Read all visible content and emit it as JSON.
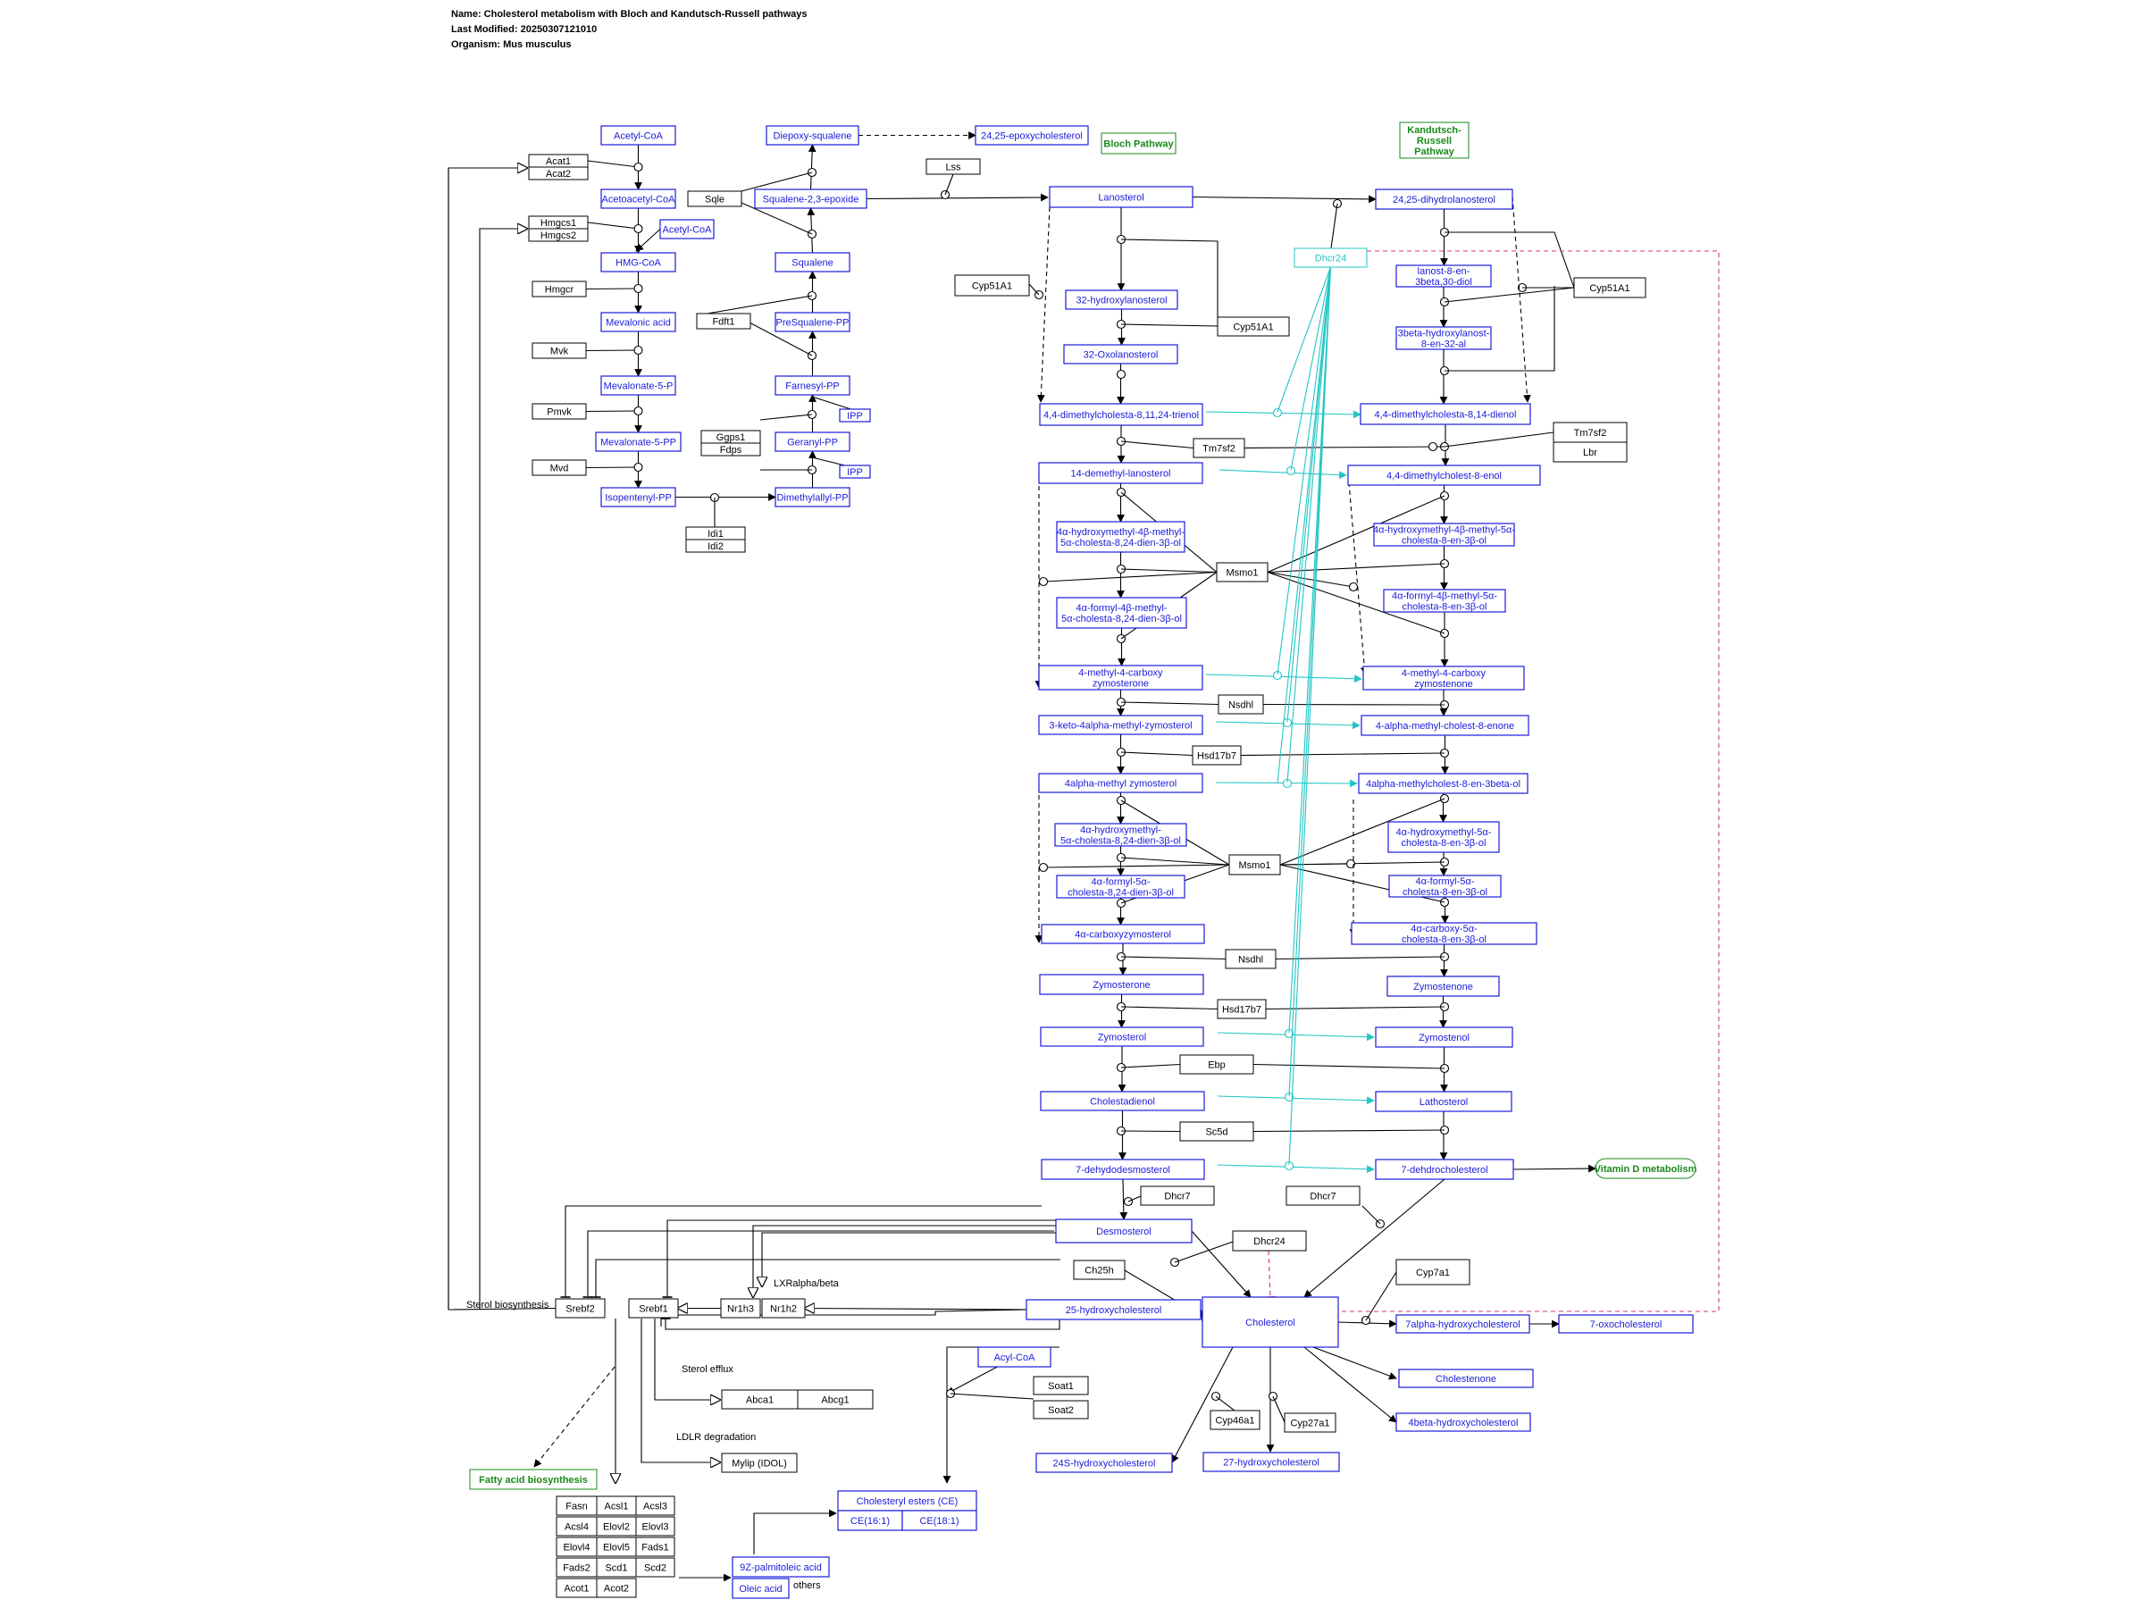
{
  "info": {
    "name_line": "Name: Cholesterol metabolism with Bloch and Kandutsch-Russell pathways",
    "modified_line": "Last Modified: 20250307121010",
    "organism_line": "Organism: Mus musculus"
  },
  "colors": {
    "metabolite": "#1a1adb",
    "gene": "#000000",
    "pathway": "#1a8a1a",
    "dhcr24": "#22c5c5",
    "inhibit": "#e0307c"
  },
  "nodes": [
    {
      "id": "acetylcoa",
      "label": "Acetyl-CoA",
      "type": "metabolite"
    },
    {
      "id": "acetoacetylcoa",
      "label": "Acetoacetyl-CoA",
      "type": "metabolite"
    },
    {
      "id": "acetylcoa2",
      "label": "Acetyl-CoA",
      "type": "metabolite"
    },
    {
      "id": "hmgcoa",
      "label": "HMG-CoA",
      "type": "metabolite"
    },
    {
      "id": "mevalonic",
      "label": "Mevalonic acid",
      "type": "metabolite"
    },
    {
      "id": "mev5p",
      "label": "Mevalonate-5-P",
      "type": "metabolite"
    },
    {
      "id": "mev5pp",
      "label": "Mevalonate-5-PP",
      "type": "metabolite"
    },
    {
      "id": "ipp",
      "label": "Isopentenyl-PP",
      "type": "metabolite"
    },
    {
      "id": "acat1",
      "label": "Acat1",
      "type": "gene"
    },
    {
      "id": "acat2",
      "label": "Acat2",
      "type": "gene"
    },
    {
      "id": "hmgcs1",
      "label": "Hmgcs1",
      "type": "gene"
    },
    {
      "id": "hmgcs2",
      "label": "Hmgcs2",
      "type": "gene"
    },
    {
      "id": "hmgcr",
      "label": "Hmgcr",
      "type": "gene"
    },
    {
      "id": "mvk",
      "label": "Mvk",
      "type": "gene"
    },
    {
      "id": "pmvk",
      "label": "Pmvk",
      "type": "gene"
    },
    {
      "id": "mvd",
      "label": "Mvd",
      "type": "gene"
    },
    {
      "id": "idi1",
      "label": "Idi1",
      "type": "gene"
    },
    {
      "id": "idi2",
      "label": "Idi2",
      "type": "gene"
    },
    {
      "id": "diepoxy",
      "label": "Diepoxy-squalene",
      "type": "metabolite"
    },
    {
      "id": "epoxychol",
      "label": "24,25-epoxycholesterol",
      "type": "metabolite"
    },
    {
      "id": "sqepox",
      "label": "Squalene-2,3-epoxide",
      "type": "metabolite"
    },
    {
      "id": "squalene",
      "label": "Squalene",
      "type": "metabolite"
    },
    {
      "id": "presq",
      "label": "PreSqualene-PP",
      "type": "metabolite"
    },
    {
      "id": "fpp",
      "label": "Farnesyl-PP",
      "type": "metabolite"
    },
    {
      "id": "gpp",
      "label": "Geranyl-PP",
      "type": "metabolite"
    },
    {
      "id": "dmapp",
      "label": "Dimethylallyl-PP",
      "type": "metabolite"
    },
    {
      "id": "ipp1",
      "label": "IPP",
      "type": "metabolite"
    },
    {
      "id": "ipp2",
      "label": "IPP",
      "type": "metabolite"
    },
    {
      "id": "sqle",
      "label": "Sqle",
      "type": "gene"
    },
    {
      "id": "fdft1",
      "label": "Fdft1",
      "type": "gene"
    },
    {
      "id": "ggps1",
      "label": "Ggps1",
      "type": "gene"
    },
    {
      "id": "fdps",
      "label": "Fdps",
      "type": "gene"
    },
    {
      "id": "lss",
      "label": "Lss",
      "type": "gene"
    },
    {
      "id": "bloch",
      "label": "Bloch Pathway",
      "type": "pathway"
    },
    {
      "id": "kandutsch",
      "label": "Kandutsch-\nRussell\nPathway",
      "type": "pathway"
    },
    {
      "id": "lanosterol",
      "label": "Lanosterol",
      "type": "metabolite"
    },
    {
      "id": "dihydrolan",
      "label": "24,25-dihydrolanosterol",
      "type": "metabolite"
    },
    {
      "id": "dhcr24top",
      "label": "Dhcr24",
      "type": "dhcr"
    },
    {
      "id": "cyp51a1a",
      "label": "Cyp51A1",
      "type": "gene"
    },
    {
      "id": "cyp51a1b",
      "label": "Cyp51A1",
      "type": "gene"
    },
    {
      "id": "cyp51a1c",
      "label": "Cyp51A1",
      "type": "gene"
    },
    {
      "id": "hydroxylan",
      "label": "32-hydroxylanosterol",
      "type": "metabolite"
    },
    {
      "id": "oxolan",
      "label": "32-Oxolanosterol",
      "type": "metabolite"
    },
    {
      "id": "lanostdiol",
      "label": "lanost-8-en-\n3beta,30-diol",
      "type": "metabolite"
    },
    {
      "id": "lanostal",
      "label": "3beta-hydroxylanost-\n8-en-32-al",
      "type": "metabolite"
    },
    {
      "id": "dmc_trienol",
      "label": "4,4-dimethylcholesta-8,11,24-trienol",
      "type": "metabolite"
    },
    {
      "id": "dmc_dienol",
      "label": "4,4-dimethylcholesta-8,14-dienol",
      "type": "metabolite"
    },
    {
      "id": "tm7sf2",
      "label": "Tm7sf2",
      "type": "gene"
    },
    {
      "id": "tm7sf2b",
      "label": "Tm7sf2",
      "type": "gene"
    },
    {
      "id": "lbr",
      "label": "Lbr",
      "type": "gene"
    },
    {
      "id": "demethyllan",
      "label": "14-demethyl-lanosterol",
      "type": "metabolite"
    },
    {
      "id": "dmc_enol",
      "label": "4,4-dimethylcholest-8-enol",
      "type": "metabolite"
    },
    {
      "id": "b_hm",
      "label": "4α-hydroxymethyl-4β-methyl-\n5α-cholesta-8,24-dien-3β-ol",
      "type": "metabolite"
    },
    {
      "id": "k_hm",
      "label": "4α-hydroxymethyl-4β-methyl-5α-\ncholesta-8-en-3β-ol",
      "type": "metabolite"
    },
    {
      "id": "msmo1a",
      "label": "Msmo1",
      "type": "gene"
    },
    {
      "id": "b_f",
      "label": "4α-formyl-4β-methyl-\n5α-cholesta-8,24-dien-3β-ol",
      "type": "metabolite"
    },
    {
      "id": "k_f",
      "label": "4α-formyl-4β-methyl-5α-\ncholesta-8-en-3β-ol",
      "type": "metabolite"
    },
    {
      "id": "b_mcz",
      "label": "4-methyl-4-carboxy\nzymosterone",
      "type": "metabolite"
    },
    {
      "id": "k_mcz",
      "label": "4-methyl-4-carboxy\nzymostenone",
      "type": "metabolite"
    },
    {
      "id": "nsdhl1",
      "label": "Nsdhl",
      "type": "gene"
    },
    {
      "id": "b_keto",
      "label": "3-keto-4alpha-methyl-zymosterol",
      "type": "metabolite"
    },
    {
      "id": "k_enone",
      "label": "4-alpha-methyl-cholest-8-enone",
      "type": "metabolite"
    },
    {
      "id": "hsd17b7a",
      "label": "Hsd17b7",
      "type": "gene"
    },
    {
      "id": "b_amz",
      "label": "4alpha-methyl zymosterol",
      "type": "metabolite"
    },
    {
      "id": "k_amc",
      "label": "4alpha-methylcholest-8-en-3beta-ol",
      "type": "metabolite"
    },
    {
      "id": "b_hm2",
      "label": "4α-hydroxymethyl-\n5α-cholesta-8,24-dien-3β-ol",
      "type": "metabolite"
    },
    {
      "id": "k_hm2",
      "label": "4α-hydroxymethyl-5α-\ncholesta-8-en-3β-ol",
      "type": "metabolite"
    },
    {
      "id": "msmo1b",
      "label": "Msmo1",
      "type": "gene"
    },
    {
      "id": "b_f2",
      "label": "4α-formyl-5α-\ncholesta-8,24-dien-3β-ol",
      "type": "metabolite"
    },
    {
      "id": "k_f2",
      "label": "4α-formyl-5α-\ncholesta-8-en-3β-ol",
      "type": "metabolite"
    },
    {
      "id": "b_cz",
      "label": "4α-carboxyzymosterol",
      "type": "metabolite"
    },
    {
      "id": "k_c",
      "label": "4α-carboxy-5α-\ncholesta-8-en-3β-ol",
      "type": "metabolite"
    },
    {
      "id": "nsdhl2",
      "label": "Nsdhl",
      "type": "gene"
    },
    {
      "id": "zymosterone",
      "label": "Zymosterone",
      "type": "metabolite"
    },
    {
      "id": "zymostenone",
      "label": "Zymostenone",
      "type": "metabolite"
    },
    {
      "id": "hsd17b7b",
      "label": "Hsd17b7",
      "type": "gene"
    },
    {
      "id": "zymosterol",
      "label": "Zymosterol",
      "type": "metabolite"
    },
    {
      "id": "zymostenol",
      "label": "Zymostenol",
      "type": "metabolite"
    },
    {
      "id": "ebp",
      "label": "Ebp",
      "type": "gene"
    },
    {
      "id": "cholestadienol",
      "label": "Cholestadienol",
      "type": "metabolite"
    },
    {
      "id": "lathosterol",
      "label": "Lathosterol",
      "type": "metabolite"
    },
    {
      "id": "sc5d",
      "label": "Sc5d",
      "type": "gene"
    },
    {
      "id": "dehydrodesmo",
      "label": "7-dehydodesmosterol",
      "type": "metabolite"
    },
    {
      "id": "dehydrochol",
      "label": "7-dehdrocholesterol",
      "type": "metabolite"
    },
    {
      "id": "vitd",
      "label": "Vitamin D metabolism",
      "type": "pathway"
    },
    {
      "id": "dhcr7a",
      "label": "Dhcr7",
      "type": "gene"
    },
    {
      "id": "dhcr7b",
      "label": "Dhcr7",
      "type": "gene"
    },
    {
      "id": "desmosterol",
      "label": "Desmosterol",
      "type": "metabolite"
    },
    {
      "id": "dhcr24b",
      "label": "Dhcr24",
      "type": "gene"
    },
    {
      "id": "cholesterol",
      "label": "Cholesterol",
      "type": "metabolite"
    },
    {
      "id": "ch25h",
      "label": "Ch25h",
      "type": "gene"
    },
    {
      "id": "hc25",
      "label": "25-hydroxycholesterol",
      "type": "metabolite"
    },
    {
      "id": "cyp7a1",
      "label": "Cyp7a1",
      "type": "gene"
    },
    {
      "id": "hc7a",
      "label": "7alpha-hydroxycholesterol",
      "type": "metabolite"
    },
    {
      "id": "oxochol",
      "label": "7-oxocholesterol",
      "type": "metabolite"
    },
    {
      "id": "cholestenone",
      "label": "Cholestenone",
      "type": "metabolite"
    },
    {
      "id": "hc4b",
      "label": "4beta-hydroxycholesterol",
      "type": "metabolite"
    },
    {
      "id": "cyp46a1",
      "label": "Cyp46a1",
      "type": "gene"
    },
    {
      "id": "cyp27a1",
      "label": "Cyp27a1",
      "type": "gene"
    },
    {
      "id": "hc24s",
      "label": "24S-hydroxycholesterol",
      "type": "metabolite"
    },
    {
      "id": "hc27",
      "label": "27-hydroxycholesterol",
      "type": "metabolite"
    },
    {
      "id": "srebf2",
      "label": "Srebf2",
      "type": "gene"
    },
    {
      "id": "srebf1",
      "label": "Srebf1",
      "type": "gene"
    },
    {
      "id": "nr1h3",
      "label": "Nr1h3",
      "type": "gene"
    },
    {
      "id": "nr1h2",
      "label": "Nr1h2",
      "type": "gene"
    },
    {
      "id": "acylcoa",
      "label": "Acyl-CoA",
      "type": "metabolite"
    },
    {
      "id": "soat1",
      "label": "Soat1",
      "type": "gene"
    },
    {
      "id": "soat2",
      "label": "Soat2",
      "type": "gene"
    },
    {
      "id": "abca1",
      "label": "Abca1",
      "type": "gene"
    },
    {
      "id": "abcg1",
      "label": "Abcg1",
      "type": "gene"
    },
    {
      "id": "mylip",
      "label": "Mylip (IDOL)",
      "type": "gene"
    },
    {
      "id": "fattyacid",
      "label": "Fatty acid biosynthesis",
      "type": "pathway"
    },
    {
      "id": "ce",
      "label": "Cholesteryl esters (CE)",
      "type": "metabolite"
    },
    {
      "id": "ce161",
      "label": "CE(16:1)",
      "type": "metabolite"
    },
    {
      "id": "ce181",
      "label": "CE(18:1)",
      "type": "metabolite"
    },
    {
      "id": "palmitoleic",
      "label": "9Z-palmitoleic acid",
      "type": "metabolite"
    },
    {
      "id": "oleic",
      "label": "Oleic acid",
      "type": "metabolite"
    },
    {
      "id": "fasn",
      "label": "Fasn",
      "type": "gene"
    },
    {
      "id": "acsl1",
      "label": "Acsl1",
      "type": "gene"
    },
    {
      "id": "acsl3",
      "label": "Acsl3",
      "type": "gene"
    },
    {
      "id": "acsl4",
      "label": "Acsl4",
      "type": "gene"
    },
    {
      "id": "elovl2",
      "label": "Elovl2",
      "type": "gene"
    },
    {
      "id": "elovl3",
      "label": "Elovl3",
      "type": "gene"
    },
    {
      "id": "elovl4",
      "label": "Elovl4",
      "type": "gene"
    },
    {
      "id": "elovl5",
      "label": "Elovl5",
      "type": "gene"
    },
    {
      "id": "fads1",
      "label": "Fads1",
      "type": "gene"
    },
    {
      "id": "fads2",
      "label": "Fads2",
      "type": "gene"
    },
    {
      "id": "scd1",
      "label": "Scd1",
      "type": "gene"
    },
    {
      "id": "scd2",
      "label": "Scd2",
      "type": "gene"
    },
    {
      "id": "acot1",
      "label": "Acot1",
      "type": "gene"
    },
    {
      "id": "acot2",
      "label": "Acot2",
      "type": "gene"
    }
  ],
  "labels": [
    {
      "id": "sterolbio",
      "text": "Sterol biosynthesis"
    },
    {
      "id": "lxr",
      "text": "LXRalpha/beta"
    },
    {
      "id": "efflux",
      "text": "Sterol efflux"
    },
    {
      "id": "ldlr",
      "text": "LDLR degradation"
    },
    {
      "id": "others",
      "text": "others"
    }
  ]
}
